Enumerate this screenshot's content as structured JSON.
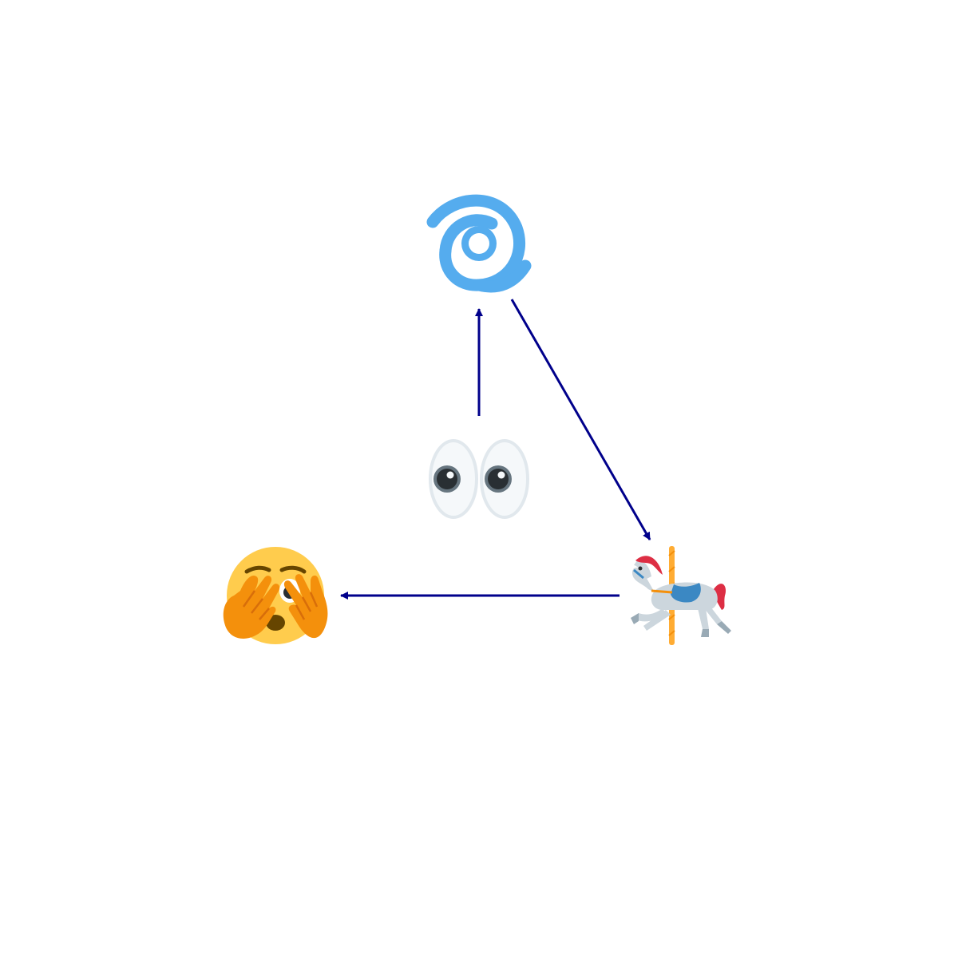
{
  "diagram": {
    "nodes": [
      {
        "id": "cyclone",
        "icon": "cyclone-icon"
      },
      {
        "id": "eyes",
        "icon": "eyes-icon"
      },
      {
        "id": "carousel",
        "icon": "carousel-horse-icon"
      },
      {
        "id": "face",
        "icon": "face-peeking-through-hands-icon"
      }
    ],
    "edges": [
      {
        "from": "eyes",
        "to": "cyclone"
      },
      {
        "from": "cyclone",
        "to": "carousel"
      },
      {
        "from": "carousel",
        "to": "face"
      }
    ],
    "colors": {
      "arrow": "#00008b",
      "cyclone": "#55acee",
      "eye_white": "#f5f8fa",
      "eye_outline": "#e1e8ed",
      "pupil": "#292f33",
      "iris": "#66757f",
      "face": "#ffcc4d",
      "hands": "#f4900c",
      "hands_dark": "#d86e0a",
      "horse": "#ccd6dd",
      "mane": "#dd2e44",
      "pole": "#ffac33",
      "saddle": "#3b88c3"
    }
  }
}
